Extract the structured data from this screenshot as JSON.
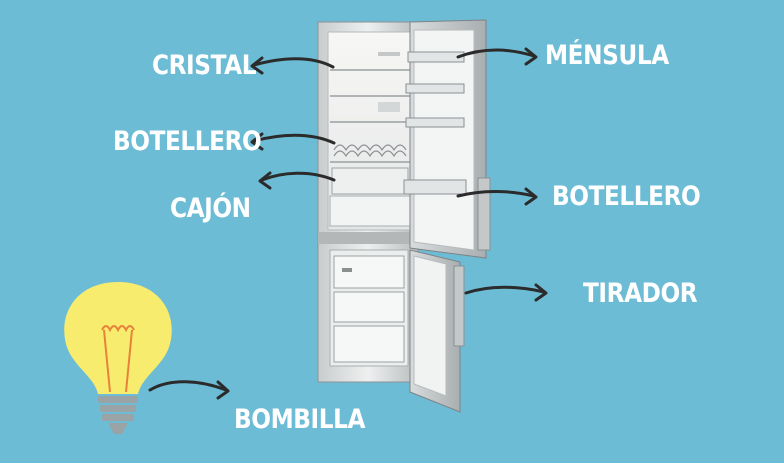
{
  "labels": {
    "cristal": "CRISTAL",
    "mensula": "MÉNSULA",
    "botellero_left": "BOTELLERO",
    "cajon": "CAJÓN",
    "botellero_right": "BOTELLERO",
    "tirador": "TIRADOR",
    "bombilla": "BOMBILLA"
  },
  "colors": {
    "background": "#6dbcd6",
    "label": "#ffffff",
    "arrow": "#2b2b2b",
    "bulb": "#f7ec6e",
    "filament": "#e8823a",
    "base": "#9aa3a6"
  },
  "icons": {
    "fridge": "open-fridge-freezer",
    "bulb": "light-bulb-icon",
    "arrows": "arrow-icon"
  }
}
